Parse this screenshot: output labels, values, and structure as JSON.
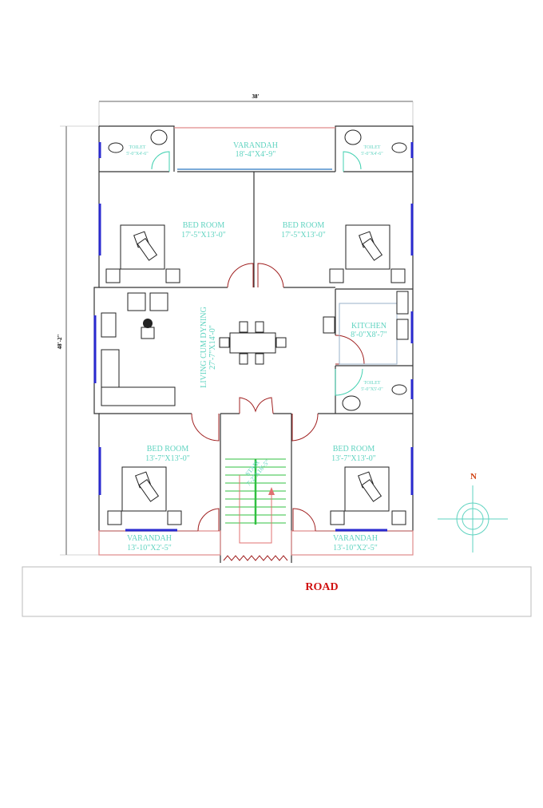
{
  "dimensions": {
    "width": "38'",
    "height": "48'-2\""
  },
  "rooms": {
    "toilet_top_left": {
      "name": "TOILET",
      "size": "5'-0\"X4'-6\""
    },
    "varandah_top": {
      "name": "VARANDAH",
      "size": "18'-4\"X4'-9\""
    },
    "toilet_top_right": {
      "name": "TOILET",
      "size": "5'-0\"X4'-6\""
    },
    "bedroom_top_left": {
      "name": "BED ROOM",
      "size": "17'-5\"X13'-0\""
    },
    "bedroom_top_right": {
      "name": "BED ROOM",
      "size": "17'-5\"X13'-0\""
    },
    "living": {
      "name": "LIVING CUM DYNING",
      "size": "27'-7\"X14'-0\""
    },
    "kitchen": {
      "name": "KITCHEN",
      "size": "8'-0\"X8'-7\""
    },
    "toilet_mid": {
      "name": "TOILET",
      "size": "5'-0\"X5'-0\""
    },
    "bedroom_bottom_left": {
      "name": "BED ROOM",
      "size": "13'-7\"X13'-0\""
    },
    "bedroom_bottom_right": {
      "name": "BED ROOM",
      "size": "13'-7\"X13'-0\""
    },
    "stair": {
      "name": "STAIR",
      "size": "7'-2\"X18'-5\""
    },
    "varandah_bottom_left": {
      "name": "VARANDAH",
      "size": "13'-10\"X2'-5\""
    },
    "varandah_bottom_right": {
      "name": "VARANDAH",
      "size": "13'-10\"X2'-5\""
    }
  },
  "road": {
    "label": "ROAD",
    "color": "#d01010"
  },
  "compass": {
    "label": "N",
    "color": "#5fd3c0",
    "label_color": "#d04010"
  },
  "colors": {
    "wall": "#333333",
    "text": "#5fd3c0",
    "window": "#2a2ad0",
    "door": "#a02020",
    "stair": "#30c040"
  }
}
